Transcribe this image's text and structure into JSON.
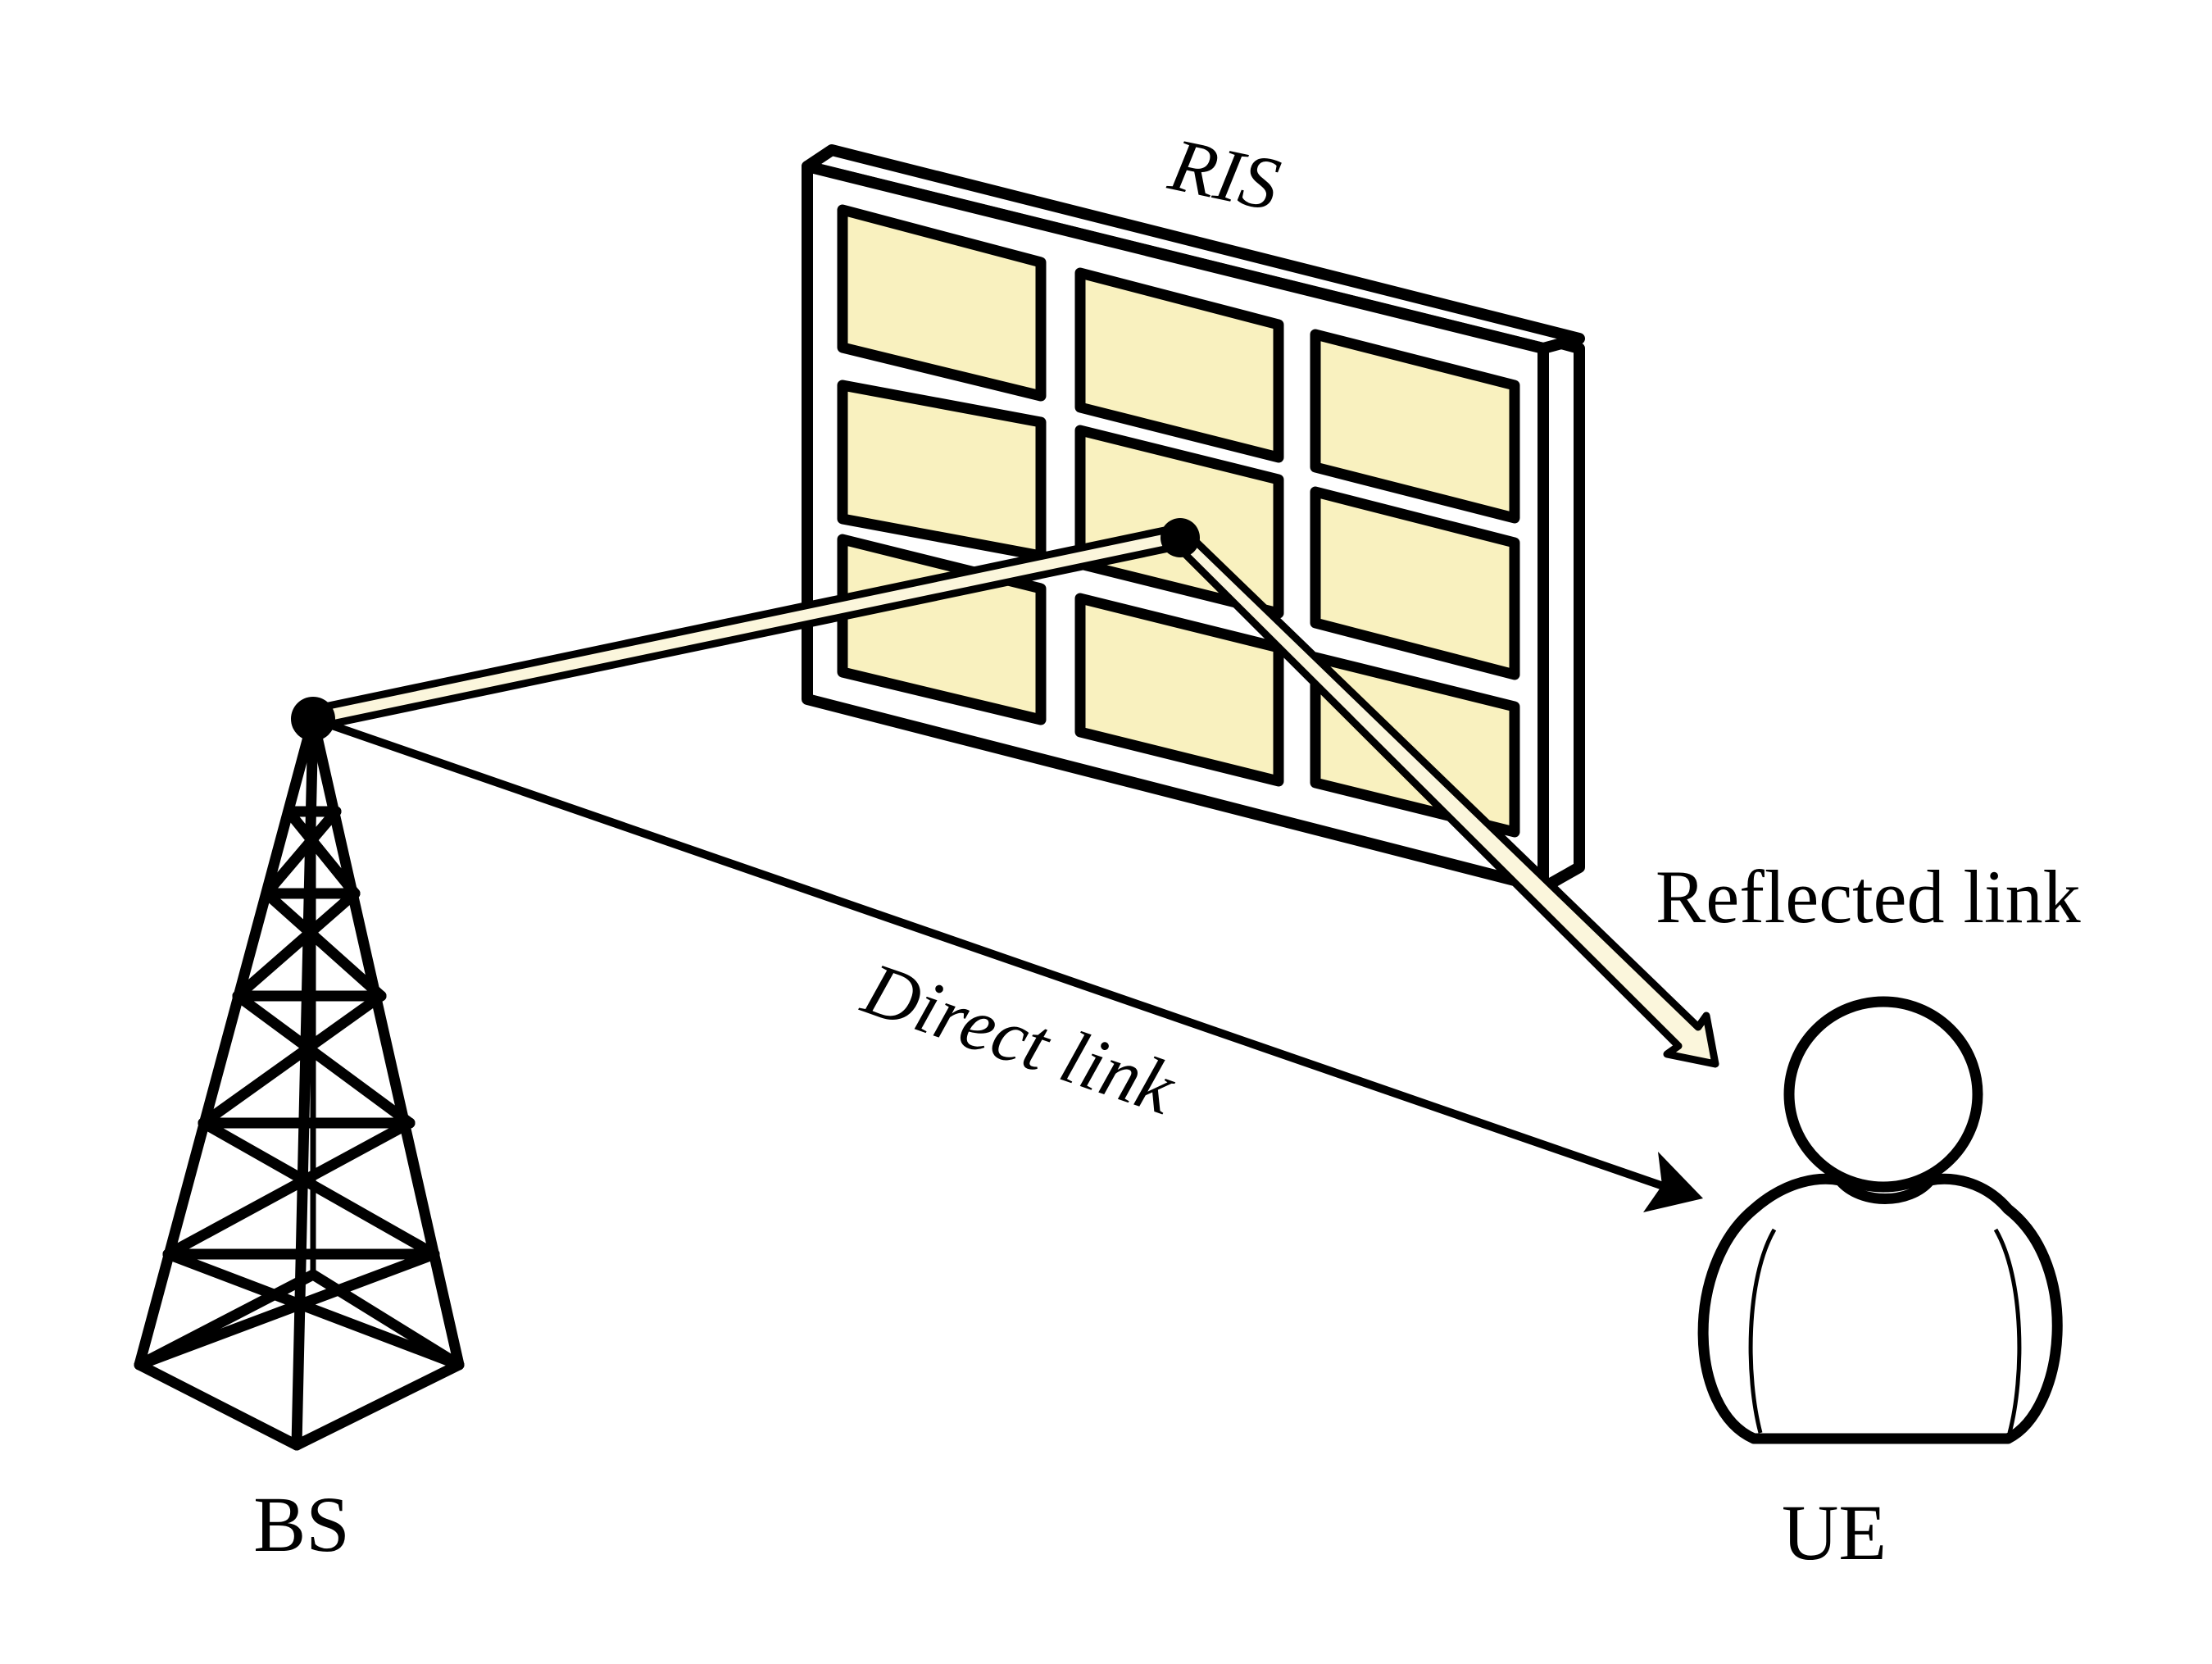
{
  "labels": {
    "ris": "RIS",
    "reflected_link": "Reflected link",
    "direct_link": "Direct link",
    "bs": "BS",
    "ue": "UE"
  },
  "colors": {
    "element_fill": "#f9f1bf",
    "beam_fill": "#fbf6dc",
    "frame_fill": "#ffffff",
    "stroke": "#000000"
  },
  "icons": {
    "base_station": "lattice-tower-icon",
    "user": "person-icon",
    "surface": "panel-grid-icon"
  }
}
